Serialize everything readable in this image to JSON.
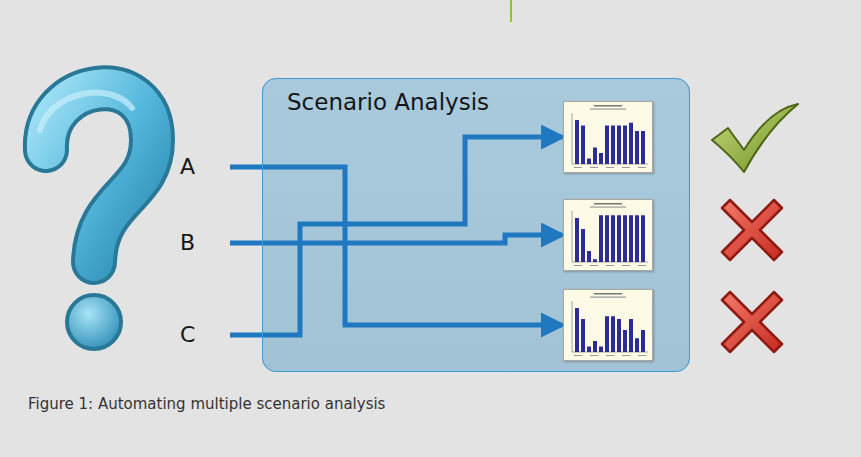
{
  "diagram": {
    "caption": "Figure 1: Automating multiple scenario analysis",
    "nodes": [
      {
        "text": [
          "Scenario Analysis"
        ]
      },
      {
        "text": [
          "A"
        ]
      },
      {
        "text": [
          "B"
        ]
      },
      {
        "text": [
          "C"
        ]
      },
      {
        "text": [],
        "in": 0
      },
      {
        "text": [],
        "in": 0
      },
      {
        "text": [],
        "in": 0
      }
    ],
    "edges": [
      {
        "from": 1,
        "to": 6,
        "arrow": "to"
      },
      {
        "from": 2,
        "to": 5,
        "arrow": "to"
      },
      {
        "from": 3,
        "to": 4,
        "arrow": "to"
      }
    ]
  }
}
